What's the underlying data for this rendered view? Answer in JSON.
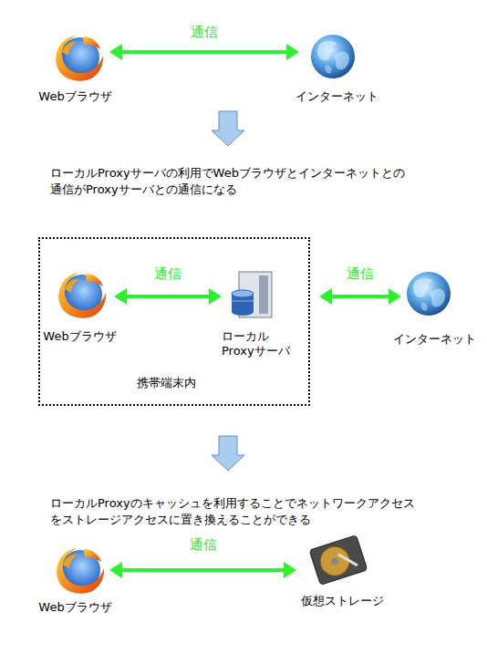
{
  "diagram": {
    "nodes": [
      {
        "text": [
          "Webブラウザ"
        ]
      },
      {
        "text": [
          "インターネット"
        ]
      },
      {
        "text": [
          "携帯端末内"
        ]
      },
      {
        "text": [
          "Webブラウザ"
        ],
        "in": 2
      },
      {
        "text": [
          "ローカル Proxyサーバ"
        ],
        "in": 2
      },
      {
        "text": [
          "インターネット"
        ]
      },
      {
        "text": [
          "Webブラウザ"
        ]
      },
      {
        "text": [
          "仮想ストレージ"
        ]
      }
    ],
    "edges": [
      {
        "from": 0,
        "to": 1,
        "label": "通信",
        "arrow": "both"
      },
      {
        "from": 3,
        "to": 4,
        "label": "通信",
        "arrow": "both"
      },
      {
        "from": 4,
        "to": 5,
        "label": "通信",
        "arrow": "both"
      },
      {
        "from": 6,
        "to": 7,
        "label": "通信",
        "arrow": "both"
      }
    ],
    "labels": [
      "ローカルProxyサーバの利用でWebブラウザとインターネットとの 通信がProxyサーバとの通信になる",
      "ローカルProxyのキャッシュを利用することでネットワークアクセス をストレージアクセスに置き換えることができる"
    ]
  }
}
